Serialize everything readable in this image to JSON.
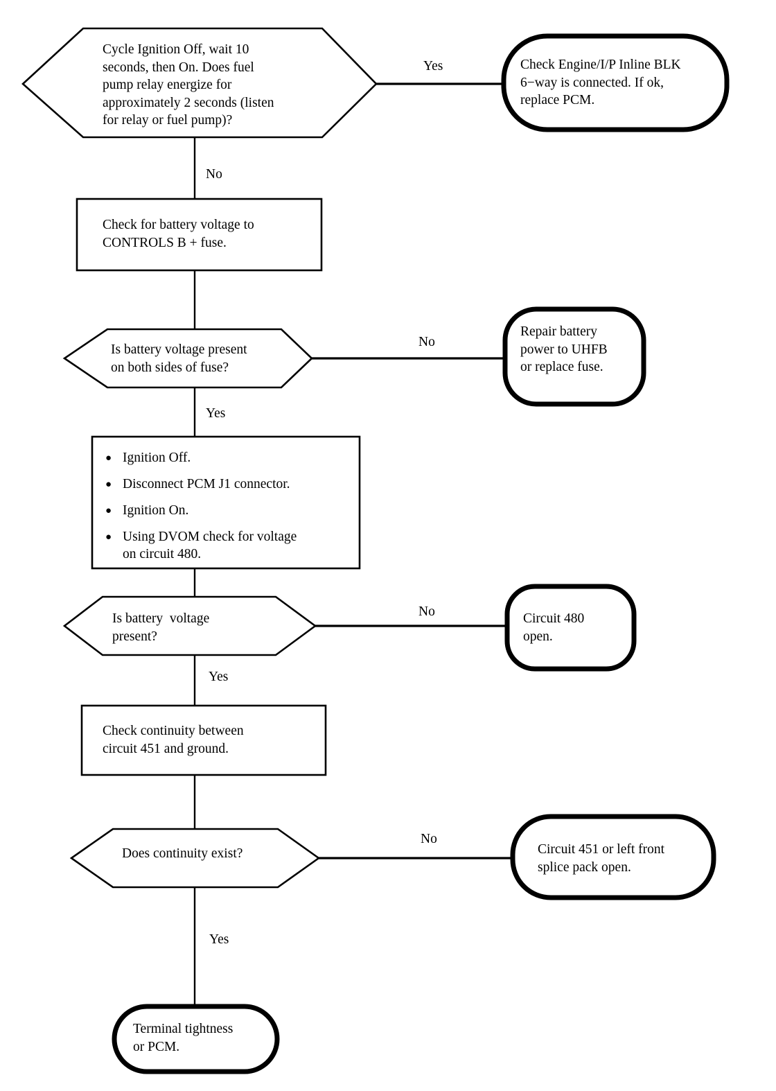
{
  "chart_data": {
    "type": "diagram",
    "title": "Fuel pump relay / PCM power and ground diagnostic flowchart",
    "diagram_kind": "flowchart",
    "orientation": "top-to-bottom",
    "nodes": [
      {
        "id": "q1",
        "shape": "hexagon",
        "text": "Cycle Ignition Off, wait 10\nseconds, then On. Does fuel\npump relay energize for\napproximately 2 seconds (listen\nfor relay or fuel pump)?"
      },
      {
        "id": "r1",
        "shape": "rounded-terminal",
        "text": "Check Engine/I/P Inline BLK\n6−way is connected. If ok,\nreplace PCM."
      },
      {
        "id": "p1",
        "shape": "rectangle",
        "text": "Check for battery voltage to\nCONTROLS B + fuse."
      },
      {
        "id": "q2",
        "shape": "hexagon",
        "text": "Is battery voltage present\non both sides of fuse?"
      },
      {
        "id": "r2",
        "shape": "rounded-terminal",
        "text": "Repair battery\npower to UHFB\nor replace fuse."
      },
      {
        "id": "p2",
        "shape": "rectangle-bullets",
        "bullets": [
          "Ignition Off.",
          "Disconnect PCM J1 connector.",
          "Ignition On.",
          "Using DVOM check for voltage\non circuit 480."
        ]
      },
      {
        "id": "q3",
        "shape": "hexagon",
        "text": "Is battery  voltage\npresent?"
      },
      {
        "id": "r3",
        "shape": "rounded-terminal",
        "text": "Circuit 480\nopen."
      },
      {
        "id": "p3",
        "shape": "rectangle",
        "text": "Check continuity between\ncircuit 451 and ground."
      },
      {
        "id": "q4",
        "shape": "hexagon",
        "text": "Does continuity exist?"
      },
      {
        "id": "r4",
        "shape": "rounded-terminal",
        "text": "Circuit 451 or left front\nsplice pack open."
      },
      {
        "id": "end",
        "shape": "rounded-terminal",
        "text": "Terminal tightness\nor PCM."
      }
    ],
    "edges": [
      {
        "from": "q1",
        "to": "r1",
        "label": "Yes",
        "direction": "right"
      },
      {
        "from": "q1",
        "to": "p1",
        "label": "No",
        "direction": "down"
      },
      {
        "from": "p1",
        "to": "q2",
        "label": "",
        "direction": "down"
      },
      {
        "from": "q2",
        "to": "r2",
        "label": "No",
        "direction": "right"
      },
      {
        "from": "q2",
        "to": "p2",
        "label": "Yes",
        "direction": "down"
      },
      {
        "from": "p2",
        "to": "q3",
        "label": "",
        "direction": "down"
      },
      {
        "from": "q3",
        "to": "r3",
        "label": "No",
        "direction": "right"
      },
      {
        "from": "q3",
        "to": "p3",
        "label": "Yes",
        "direction": "down"
      },
      {
        "from": "p3",
        "to": "q4",
        "label": "",
        "direction": "down"
      },
      {
        "from": "q4",
        "to": "r4",
        "label": "No",
        "direction": "right"
      },
      {
        "from": "q4",
        "to": "end",
        "label": "Yes",
        "direction": "down"
      }
    ],
    "colors": {
      "background": "#ffffff",
      "stroke": "#000000",
      "text": "#000000"
    }
  },
  "nodes": {
    "q1": {
      "text": "Cycle Ignition Off, wait 10\nseconds, then On. Does fuel\npump relay energize for\napproximately 2 seconds (listen\nfor relay or fuel pump)?"
    },
    "r1": {
      "text": "Check Engine/I/P Inline BLK\n6−way is connected. If ok,\nreplace PCM."
    },
    "p1": {
      "text": "Check for battery voltage to\nCONTROLS B + fuse."
    },
    "q2": {
      "text": "Is battery voltage present\non both sides of fuse?"
    },
    "r2": {
      "text": "Repair battery\npower to UHFB\nor replace fuse."
    },
    "p2": {
      "bullets": [
        "Ignition Off.",
        "Disconnect PCM J1 connector.",
        "Ignition On.",
        "Using DVOM check for voltage\non circuit 480."
      ]
    },
    "q3": {
      "text": "Is battery  voltage\npresent?"
    },
    "r3": {
      "text": "Circuit 480\nopen."
    },
    "p3": {
      "text": "Check continuity between\ncircuit 451 and ground."
    },
    "q4": {
      "text": "Does continuity exist?"
    },
    "r4": {
      "text": "Circuit 451 or left front\nsplice pack open."
    },
    "end": {
      "text": "Terminal tightness\nor PCM."
    }
  },
  "edge_labels": {
    "q1_yes": "Yes",
    "q1_no": "No",
    "q2_no": "No",
    "q2_yes": "Yes",
    "q3_no": "No",
    "q3_yes": "Yes",
    "q4_no": "No",
    "q4_yes": "Yes"
  },
  "bullet_glyph": "●"
}
